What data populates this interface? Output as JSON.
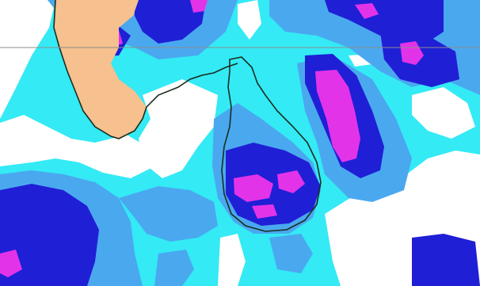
{
  "map": {
    "kind": "precipitation-forecast-map",
    "region_shown": [
      "southern-india-tip",
      "sri-lanka",
      "gulf-of-mannar",
      "bay-of-bengal-south"
    ],
    "shading_levels": [
      {
        "level": "none",
        "color": "#ffffff"
      },
      {
        "level": "light",
        "color": "#33eaf5"
      },
      {
        "level": "moderate",
        "color": "#4aa8ef"
      },
      {
        "level": "heavy",
        "color": "#1f1fd6"
      },
      {
        "level": "very-heavy",
        "color": "#e333e8"
      }
    ],
    "land_color": "#f6c08f",
    "coastline_color": "#1a2d1f",
    "gridline_color": "#8d8d8d"
  }
}
